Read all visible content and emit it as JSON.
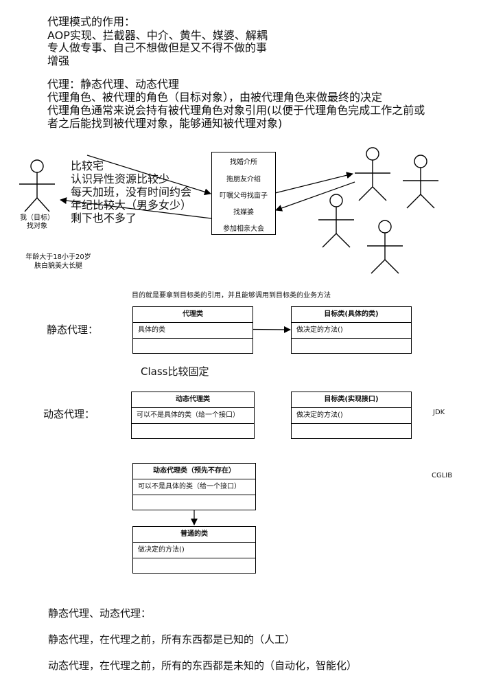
{
  "notes_top": {
    "line1": "代理模式的作用：",
    "line2": "AOP实现、拦截器、中介、黄牛、媒婆、解耦",
    "line3": "专人做专事、自己不想做但是又不得不做的事",
    "line4": "增强",
    "line5": "代理：静态代理、动态代理",
    "line6": "代理角色、被代理的角色（目标对象），由被代理角色来做最终的决定",
    "line7": "代理角色通常来说会持有被代理角色对象引用(以便于代理角色完成工作之前或",
    "line8": "者之后能找到被代理对象，能够通知被代理对象)"
  },
  "left_person": {
    "label1": "我（目标）",
    "label2": "找对象",
    "note1": "年龄大于18小于20岁",
    "note2": "肤白貌美大长腿"
  },
  "reasons": [
    "比较宅",
    "认识异性资源比较少",
    "每天加班，没有时间约会",
    "年纪比较大（男多女少）",
    "剩下也不多了"
  ],
  "proxy_box": [
    "找婚介所",
    "拖朋友介绍",
    "叮嘱父母找亩子",
    "找媒婆",
    "参加相亲大会"
  ],
  "purpose_note": "目的就是要拿到目标类的引用，并且能够调用到目标类的业务方法",
  "static_section": {
    "label": "静态代理：",
    "proxy_class": {
      "title": "代理类",
      "attr": "具体的类"
    },
    "target_class": {
      "title": "目标类(具体的类)",
      "attr": "做决定的方法()"
    },
    "note": "Class比较固定"
  },
  "dynamic_section": {
    "label": "动态代理：",
    "dyn_class": {
      "title": "动态代理类",
      "attr": "可以不是具体的类（给一个接口）"
    },
    "target_class": {
      "title": "目标类(实现接口)",
      "attr": "做决定的方法()"
    },
    "jdk_label": "JDK",
    "cglib_class": {
      "title": "动态代理类（预先不存在）",
      "attr": "可以不是具体的类（给一个接口）"
    },
    "cglib_label": "CGLIB",
    "normal_class": {
      "title": "普通的类",
      "attr": "做决定的方法()"
    }
  },
  "bottom_notes": {
    "line1": "静态代理、动态代理：",
    "line2": "静态代理，在代理之前，所有东西都是已知的（人工）",
    "line3": "动态代理，在代理之前，所有的东西都是未知的（自动化，智能化）"
  }
}
